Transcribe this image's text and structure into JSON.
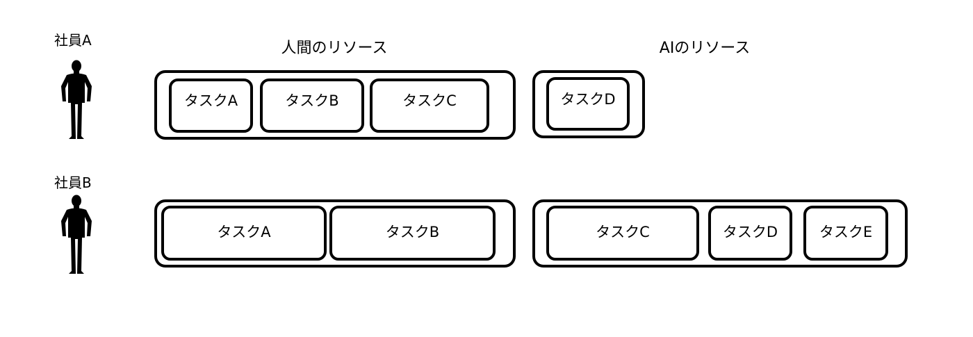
{
  "headers": {
    "human_resources": "人間のリソース",
    "ai_resources": "AIのリソース"
  },
  "employees": [
    {
      "name": "社員A",
      "icon": "person-silhouette-icon",
      "human_tasks": [
        "タスクA",
        "タスクB",
        "タスクC"
      ],
      "ai_tasks": [
        "タスクD"
      ]
    },
    {
      "name": "社員B",
      "icon": "person-silhouette-icon",
      "human_tasks": [
        "タスクA",
        "タスクB"
      ],
      "ai_tasks": [
        "タスクC",
        "タスクD",
        "タスクE"
      ]
    }
  ],
  "colors": {
    "stroke": "#000000",
    "background": "#ffffff"
  }
}
